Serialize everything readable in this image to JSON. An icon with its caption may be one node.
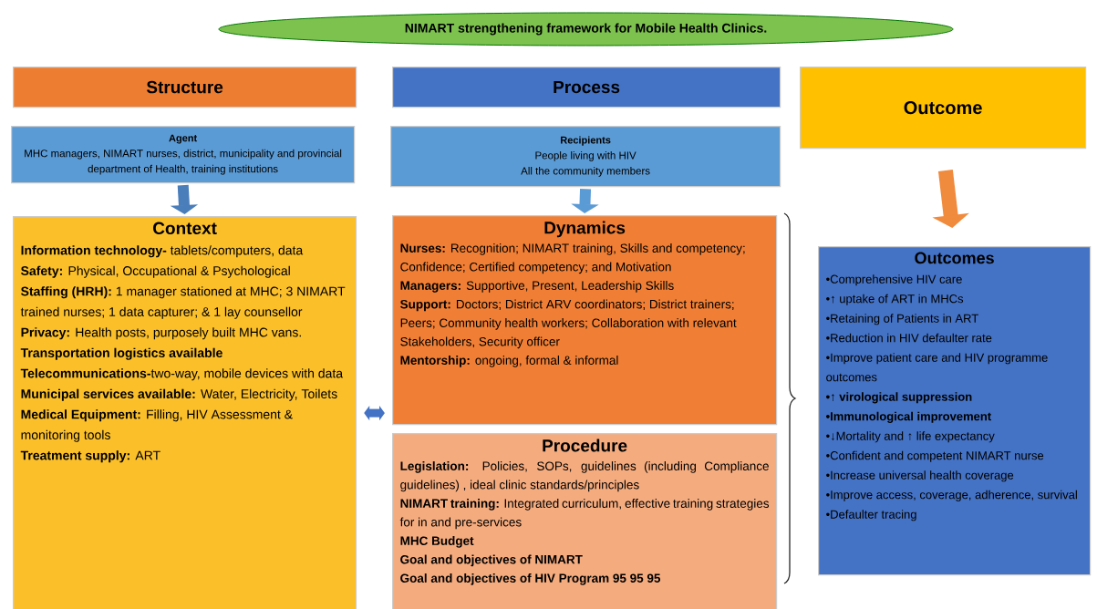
{
  "diagram": {
    "nodes": [
      {
        "text": [
          "NIMART strengthening framework for Mobile Health Clinics."
        ]
      },
      {
        "text": [
          "Structure"
        ]
      },
      {
        "text": [
          "Process"
        ]
      },
      {
        "text": [
          "Outcome"
        ]
      },
      {
        "text": [
          "Agent",
          "MHC managers, NIMART nurses, district, municipality and provincial department of Health, training institutions"
        ]
      },
      {
        "text": [
          "Recipients",
          "People living with HIV",
          "All the community members"
        ]
      },
      {
        "text": [
          "Context",
          "**Information technology-** tablets/computers, data",
          "**Safety:** Physical, Occupational & Psychological",
          "**Staffing (HRH):** 1 manager stationed at MHC; 3 NIMART trained nurses; 1 data capturer; & 1 lay counsellor",
          "**Privacy:** Health posts, purposely built MHC vans.",
          "**Transportation logistics available**",
          "**Telecommunications-**two-way, mobile devices with data",
          "**Municipal services available:** Water, Electricity, Toilets",
          "**Medical Equipment:** Filling, HIV Assessment & monitoring tools",
          "**Treatment supply:** ART"
        ]
      },
      {
        "text": [
          "Dynamics",
          "**Nurses:** Recognition; NIMART training, Skills and competency; Confidence; Certified competency; and Motivation",
          "**Managers:** Supportive, Present, Leadership Skills",
          "**Support:** Doctors; District ARV coordinators; District trainers; Peers; Community health workers; Collaboration with relevant Stakeholders, Security officer",
          "**Mentorship:** ongoing, formal & informal"
        ]
      },
      {
        "text": [
          "Procedure",
          "**Legislation:** Policies, SOPs, guidelines (including Compliance guidelines) , ideal clinic standards/principles",
          "**NIMART training:** Integrated curriculum, effective training strategies for in and pre-services",
          "**MHC Budget**",
          "**Goal and objectives of NIMART**",
          "**Goal and objectives of HIV Program 95 95 95**"
        ]
      },
      {
        "text": [
          "Outcomes",
          "•Comprehensive HIV care",
          "•↑ uptake of ART in MHCs",
          "•Retaining of Patients in ART",
          "•Reduction in HIV defaulter rate",
          "•Improve patient care and HIV programme outcomes",
          "**•↑ virological suppression**",
          "**•Immunological improvement**",
          "•↓Mortality and ↑ life expectancy",
          "•Confident and competent NIMART nurse",
          "•Increase universal health coverage",
          "•Improve access, coverage, adherence, survival",
          "•Defaulter tracing"
        ]
      }
    ],
    "edges": [
      {
        "from": 4,
        "to": 6,
        "arrow": "to",
        "color": "#4a7ebb"
      },
      {
        "from": 5,
        "to": 7,
        "arrow": "to",
        "color": "#5b9bd5"
      },
      {
        "from": 3,
        "to": 9,
        "arrow": "to",
        "color": "#f08a3c"
      },
      {
        "from": 6,
        "to": 7,
        "arrow": "both",
        "color": "#4472c4"
      }
    ]
  }
}
